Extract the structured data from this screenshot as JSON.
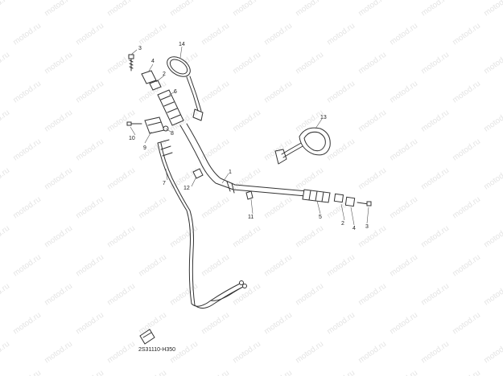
{
  "watermark": {
    "text": "motod.ru"
  },
  "callouts": [
    {
      "id": "c1",
      "text": "1"
    },
    {
      "id": "c2a",
      "text": "2"
    },
    {
      "id": "c2b",
      "text": "2"
    },
    {
      "id": "c3a",
      "text": "3"
    },
    {
      "id": "c3b",
      "text": "3"
    },
    {
      "id": "c4a",
      "text": "4"
    },
    {
      "id": "c4b",
      "text": "4"
    },
    {
      "id": "c5",
      "text": "5"
    },
    {
      "id": "c6",
      "text": "6"
    },
    {
      "id": "c7",
      "text": "7"
    },
    {
      "id": "c8",
      "text": "8"
    },
    {
      "id": "c9",
      "text": "9"
    },
    {
      "id": "c10",
      "text": "10"
    },
    {
      "id": "c11",
      "text": "11"
    },
    {
      "id": "c12",
      "text": "12"
    },
    {
      "id": "c13",
      "text": "13"
    },
    {
      "id": "c14",
      "text": "14"
    }
  ],
  "diagram_code": "2S31110-H350",
  "colors": {
    "line": "#333333",
    "watermark": "#e4e4e4",
    "background": "#ffffff"
  }
}
